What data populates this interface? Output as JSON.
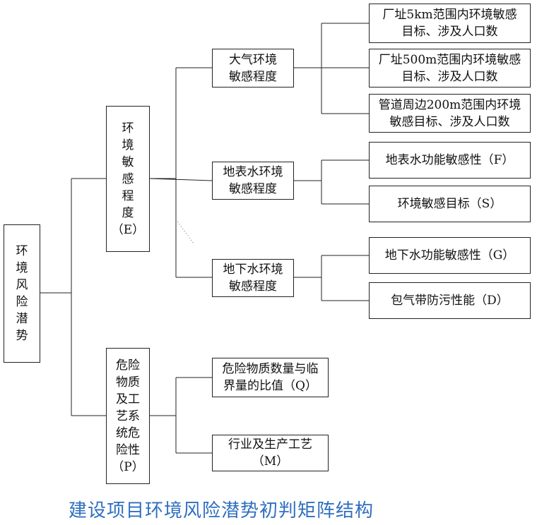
{
  "diagram": {
    "root": "环\n境\n风\n险\n潜\n势",
    "env_sensitivity": "环\n境\n敏\n感\n程\n度\n（E）",
    "hazard": "危险\n物质\n及工\n艺系\n统危\n险性\n（P）",
    "air": "大气环境\n敏感程度",
    "surface_water": "地表水环境\n敏感程度",
    "groundwater": "地下水环境\n敏感程度",
    "air_5km": "厂址5km范围内环境敏感\n目标、涉及人口数",
    "air_500m": "厂址500m范围内环境敏感\n目标、涉及人口数",
    "air_pipeline": "管道周边200m范围内环境\n敏感目标、涉及人口数",
    "sw_function": "地表水功能敏感性（F）",
    "sw_target": "环境敏感目标（S）",
    "gw_function": "地下水功能敏感性（G）",
    "gw_vadose": "包气带防污性能（D）",
    "hazard_ratio": "危险物质数量与临\n界量的比值（Q）",
    "industry": "行业及生产工艺\n（M）",
    "caption": "建设项目环境风险潜势初判矩阵结构"
  }
}
